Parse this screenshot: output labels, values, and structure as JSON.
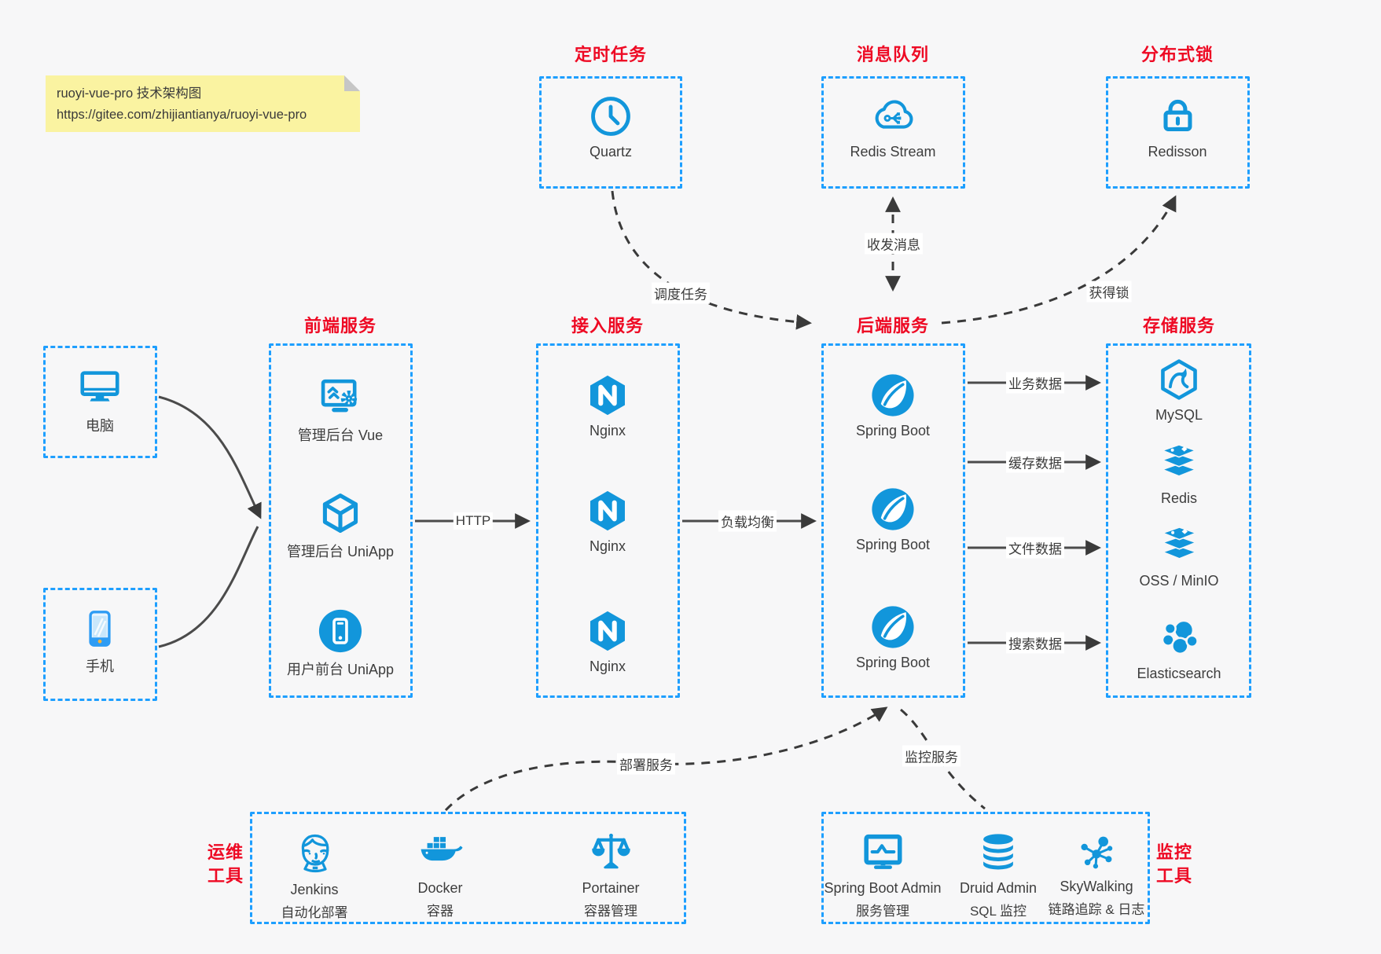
{
  "note": {
    "title": "ruoyi-vue-pro 技术架构图",
    "url": "https://gitee.com/zhijiantianya/ruoyi-vue-pro"
  },
  "colors": {
    "icon_blue": "#1296db",
    "border_blue": "#1e9fff",
    "title_red": "#ee0a24",
    "solid_arrow": "#4b4b4b",
    "dashed_arrow": "#3a3a3a",
    "note_bg": "#faf3a1"
  },
  "groups": {
    "scheduler": {
      "title": "定时任务",
      "items": [
        {
          "icon": "clock-icon",
          "label": "Quartz"
        }
      ]
    },
    "mq": {
      "title": "消息队列",
      "items": [
        {
          "icon": "cloud-share-icon",
          "label": "Redis Stream"
        }
      ]
    },
    "lock": {
      "title": "分布式锁",
      "items": [
        {
          "icon": "lock-icon",
          "label": "Redisson"
        }
      ]
    },
    "clients": {
      "items": [
        {
          "icon": "desktop-icon",
          "label": "电脑"
        },
        {
          "icon": "smartphone-icon",
          "label": "手机"
        }
      ]
    },
    "frontend": {
      "title": "前端服务",
      "items": [
        {
          "icon": "admin-screen-icon",
          "label": "管理后台 Vue"
        },
        {
          "icon": "cube-icon",
          "label": "管理后台 UniApp"
        },
        {
          "icon": "mobile-circle-icon",
          "label": "用户前台 UniApp"
        }
      ]
    },
    "gateway": {
      "title": "接入服务",
      "items": [
        {
          "icon": "nginx-icon",
          "label": "Nginx"
        },
        {
          "icon": "nginx-icon",
          "label": "Nginx"
        },
        {
          "icon": "nginx-icon",
          "label": "Nginx"
        }
      ]
    },
    "backend": {
      "title": "后端服务",
      "items": [
        {
          "icon": "spring-icon",
          "label": "Spring Boot"
        },
        {
          "icon": "spring-icon",
          "label": "Spring Boot"
        },
        {
          "icon": "spring-icon",
          "label": "Spring Boot"
        }
      ]
    },
    "storage": {
      "title": "存储服务",
      "items": [
        {
          "icon": "mysql-icon",
          "label": "MySQL"
        },
        {
          "icon": "redis-icon",
          "label": "Redis"
        },
        {
          "icon": "oss-icon",
          "label": "OSS / MinIO"
        },
        {
          "icon": "elasticsearch-icon",
          "label": "Elasticsearch"
        }
      ]
    },
    "ops": {
      "title_line1": "运维",
      "title_line2": "工具",
      "items": [
        {
          "icon": "jenkins-icon",
          "label": "Jenkins",
          "sublabel": "自动化部署"
        },
        {
          "icon": "docker-icon",
          "label": "Docker",
          "sublabel": "容器"
        },
        {
          "icon": "portainer-icon",
          "label": "Portainer",
          "sublabel": "容器管理"
        }
      ]
    },
    "monitoring": {
      "title_line1": "监控",
      "title_line2": "工具",
      "items": [
        {
          "icon": "monitor-chart-icon",
          "label": "Spring Boot Admin",
          "sublabel": "服务管理"
        },
        {
          "icon": "database-icon",
          "label": "Druid Admin",
          "sublabel": "SQL 监控"
        },
        {
          "icon": "topology-icon",
          "label": "SkyWalking",
          "sublabel": "链路追踪 & 日志"
        }
      ]
    }
  },
  "edges": {
    "http": "HTTP",
    "load_balance": "负载均衡",
    "schedule_task": "调度任务",
    "messages": "收发消息",
    "acquire_lock": "获得锁",
    "business_data": "业务数据",
    "cache_data": "缓存数据",
    "file_data": "文件数据",
    "search_data": "搜索数据",
    "deploy_service": "部署服务",
    "monitor_service": "监控服务"
  }
}
